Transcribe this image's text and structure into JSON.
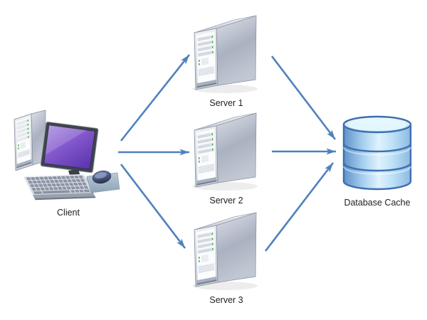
{
  "diagram": {
    "type": "network-architecture",
    "background": "#ffffff",
    "nodes": {
      "client": {
        "label": "Client",
        "icon": "desktop-computer-icon"
      },
      "server1": {
        "label": "Server 1",
        "icon": "server-tower-icon"
      },
      "server2": {
        "label": "Server 2",
        "icon": "server-tower-icon"
      },
      "server3": {
        "label": "Server 3",
        "icon": "server-tower-icon"
      },
      "database": {
        "label": "Database Cache",
        "icon": "database-cylinder-icon"
      }
    },
    "edges": [
      {
        "from": "client",
        "to": "server1"
      },
      {
        "from": "client",
        "to": "server2"
      },
      {
        "from": "client",
        "to": "server3"
      },
      {
        "from": "server1",
        "to": "database"
      },
      {
        "from": "server2",
        "to": "database"
      },
      {
        "from": "server3",
        "to": "database"
      }
    ],
    "colors": {
      "arrow": "#4f81bd",
      "label_text": "#1f1f1f",
      "database_stroke": "#3f6fae",
      "led_green": "#3fae49",
      "screen_purple": "#7b52c8"
    }
  }
}
